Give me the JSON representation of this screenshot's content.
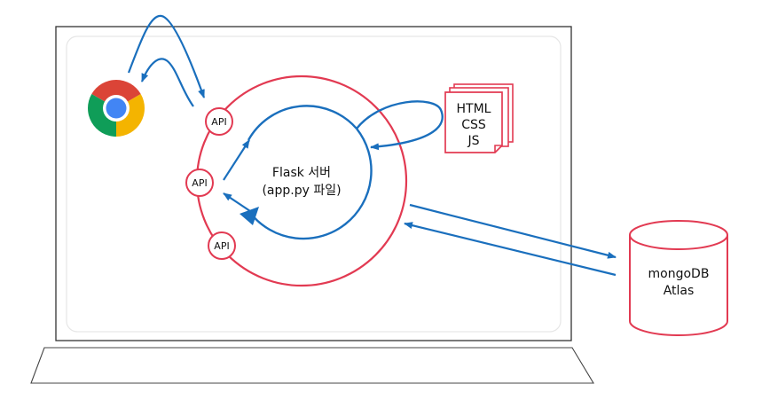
{
  "diagram": {
    "server_label_line1": "Flask 서버",
    "server_label_line2": "(app.py 파일)",
    "api_labels": [
      "API",
      "API",
      "API"
    ],
    "files_label_lines": [
      "HTML",
      "CSS",
      "JS"
    ],
    "database_label_line1": "mongoDB",
    "database_label_line2": "Atlas",
    "browser_icon": "chrome-icon",
    "colors": {
      "server_ring": "#e23a52",
      "arrows": "#1a6fbd",
      "frame": "#333333",
      "inner_frame": "#e6e6e6"
    }
  }
}
